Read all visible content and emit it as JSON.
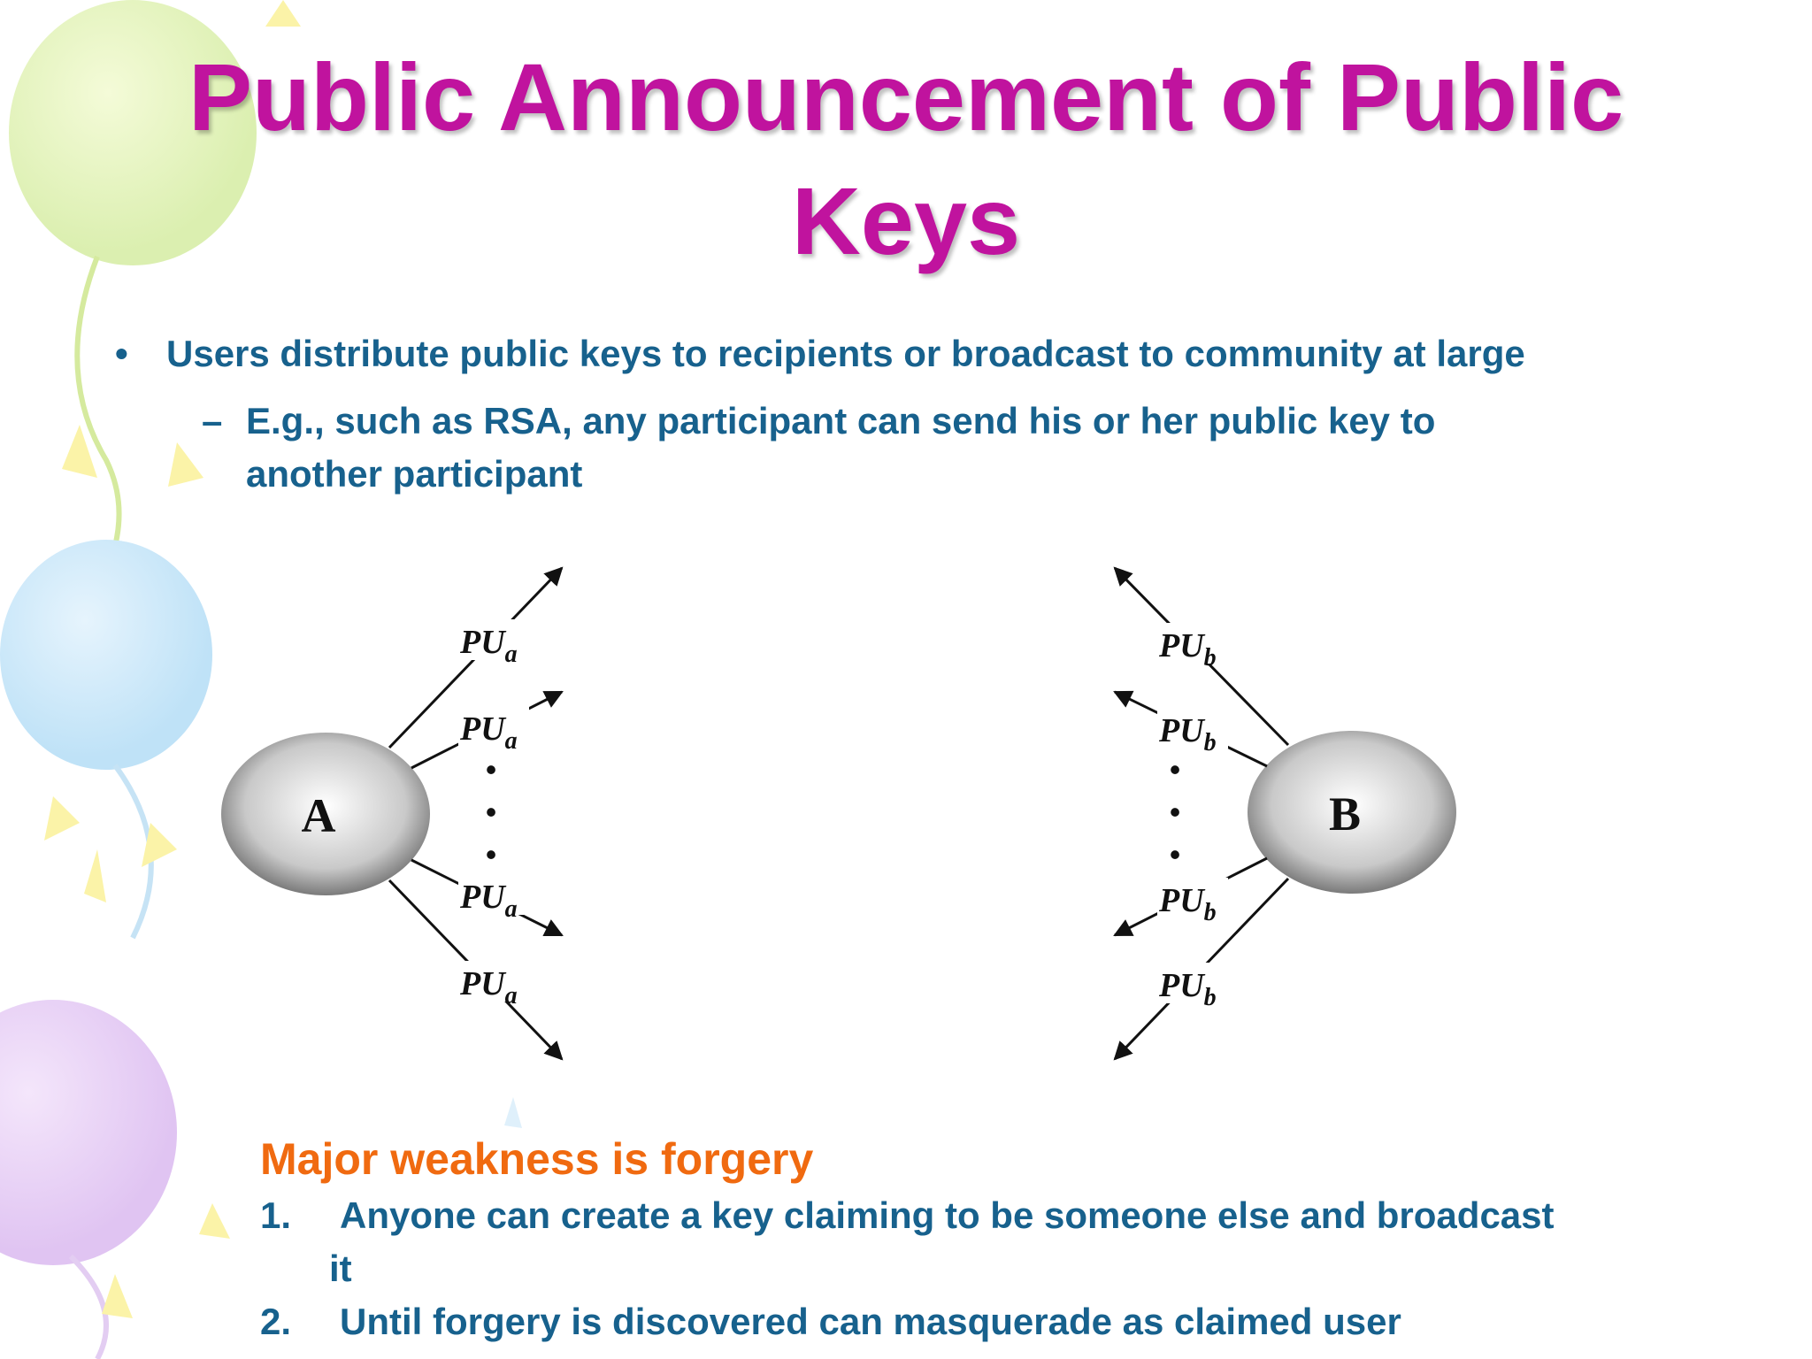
{
  "slide": {
    "title_line1": "Public Announcement of Public",
    "title_line2": "Keys",
    "bullet": {
      "mark": "•",
      "text": "Users distribute public keys to recipients or broadcast to community at large"
    },
    "sub_bullet": {
      "mark": "–",
      "text": "E.g., such as RSA, any participant can send his or her public key to another participant"
    },
    "diagram": {
      "node_a": "A",
      "node_b": "B",
      "key_a_main": "PU",
      "key_a_sub": "a",
      "key_b_main": "PU",
      "key_b_sub": "b",
      "ellipsis": "•"
    },
    "weakness": {
      "title": "Major weakness is forgery",
      "items": [
        {
          "num": "1.",
          "text": "Anyone can create a key claiming to be someone else and broadcast it"
        },
        {
          "num": "2.",
          "text": "Until forgery is discovered can masquerade as claimed user"
        }
      ]
    }
  },
  "colors": {
    "title": "#c0139e",
    "body": "#17618d",
    "accent": "#f06a10"
  }
}
